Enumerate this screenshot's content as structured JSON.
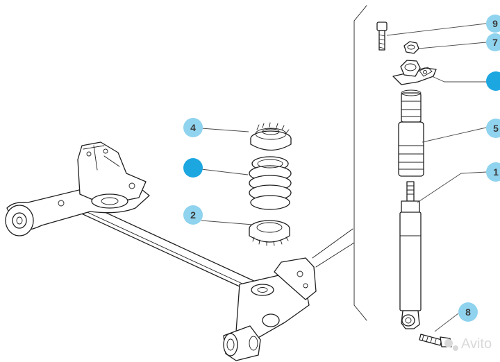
{
  "diagram": {
    "callouts": [
      {
        "id": "9",
        "label": "9"
      },
      {
        "id": "7",
        "label": "7"
      },
      {
        "id": "blank-right",
        "label": ""
      },
      {
        "id": "5",
        "label": "5"
      },
      {
        "id": "1",
        "label": "1"
      },
      {
        "id": "8",
        "label": "8"
      },
      {
        "id": "4",
        "label": "4"
      },
      {
        "id": "blank-left",
        "label": ""
      },
      {
        "id": "2",
        "label": "2"
      }
    ],
    "colors": {
      "bubble_light": "#8fd3ee",
      "bubble_solid": "#1da7e0",
      "line": "#1e1e1e"
    },
    "watermark": "Avito"
  }
}
